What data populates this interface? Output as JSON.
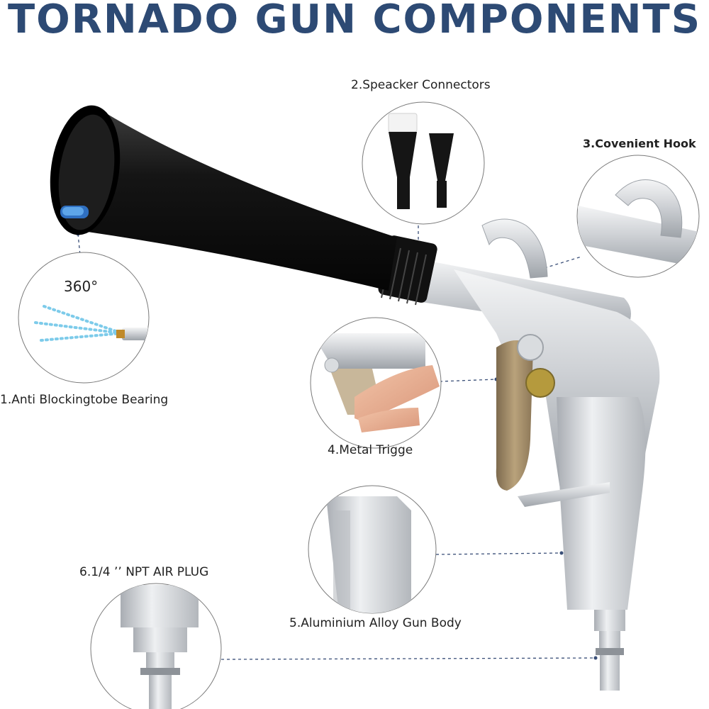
{
  "title": "TORNADO GUN COMPONENTS",
  "callouts": {
    "bearing": {
      "label": "1.Anti Blockingtobe Bearing",
      "angle": "360°"
    },
    "connectors": {
      "label": "2.Speacker Connectors"
    },
    "hook": {
      "label": "3.Covenient Hook"
    },
    "trigger": {
      "label": "4.Metal Trigge"
    },
    "body": {
      "label": "5.Aluminium Alloy Gun Body"
    },
    "plug": {
      "label": "6.1/4 ’’ NPT AIR PLUG"
    }
  },
  "colors": {
    "title": "#2d4a74",
    "leader_line": "#3a4f78",
    "nozzle": "#111111",
    "metal": "#c9ccd0",
    "trigger": "#a08a66",
    "jet": "#6fc6e8"
  }
}
